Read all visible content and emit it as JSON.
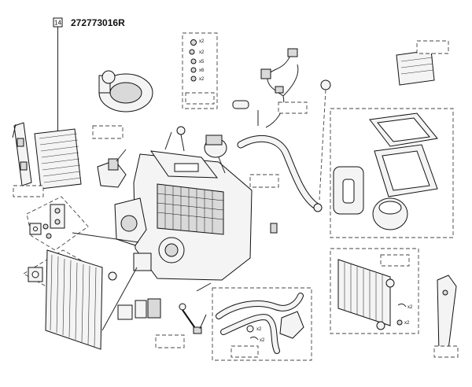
{
  "header": {
    "index_number": "14",
    "part_number": "272773016R"
  },
  "quantity_labels": {
    "small_parts_kit": [
      "x2",
      "x2",
      "x5",
      "x6",
      "x2"
    ],
    "clips_small": [
      "x2",
      "x2"
    ],
    "clips_right": [
      "x2",
      "x2"
    ]
  }
}
